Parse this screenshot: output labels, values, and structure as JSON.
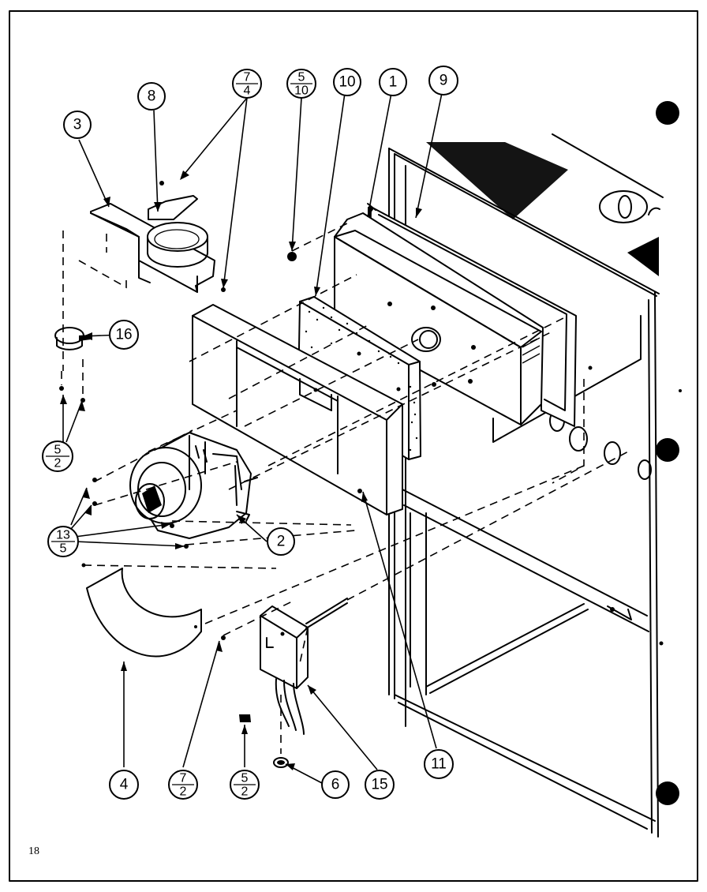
{
  "page_number": "18",
  "callouts": [
    {
      "label": "1"
    },
    {
      "label": "2"
    },
    {
      "label": "3"
    },
    {
      "label": "4"
    },
    {
      "label": "6"
    },
    {
      "label": "8"
    },
    {
      "label": "9"
    },
    {
      "label": "10"
    },
    {
      "label": "11"
    },
    {
      "label": "15"
    },
    {
      "label": "16"
    }
  ],
  "fraction_callouts": [
    {
      "top": "7",
      "bottom": "4"
    },
    {
      "top": "5",
      "bottom": "10"
    },
    {
      "top": "5",
      "bottom": "2"
    },
    {
      "top": "13",
      "bottom": "5"
    },
    {
      "top": "7",
      "bottom": "2"
    },
    {
      "top": "5",
      "bottom": "2"
    }
  ]
}
